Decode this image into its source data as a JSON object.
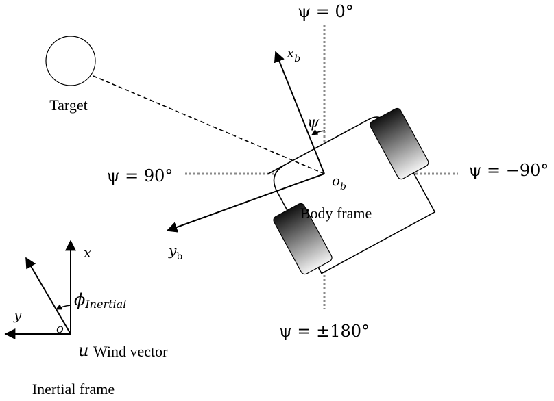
{
  "labels": {
    "target": "Target",
    "body_frame": "Body frame",
    "inertial_frame": "Inertial frame",
    "wind_vector": "Wind vector",
    "u_symbol": "u",
    "psi_0": "ψ = 0°",
    "psi_90": "ψ = 90°",
    "psi_neg90": "ψ = −90°",
    "psi_180": "ψ = ±180°",
    "psi": "ψ",
    "x_b_main": "x",
    "x_b_sub": "b",
    "y_b_main": "y",
    "y_b_sub": "b",
    "o_b_main": "o",
    "o_b_sub": "b",
    "x_inertial": "x",
    "y_inertial": "y",
    "o_inertial": "o",
    "phi_main": "ϕ",
    "phi_sub": "Inertial"
  },
  "colors": {
    "line": "#000000",
    "guide": "#8a8a8a",
    "wheel_dark": "#111111",
    "wheel_light": "#f4f4f4"
  }
}
